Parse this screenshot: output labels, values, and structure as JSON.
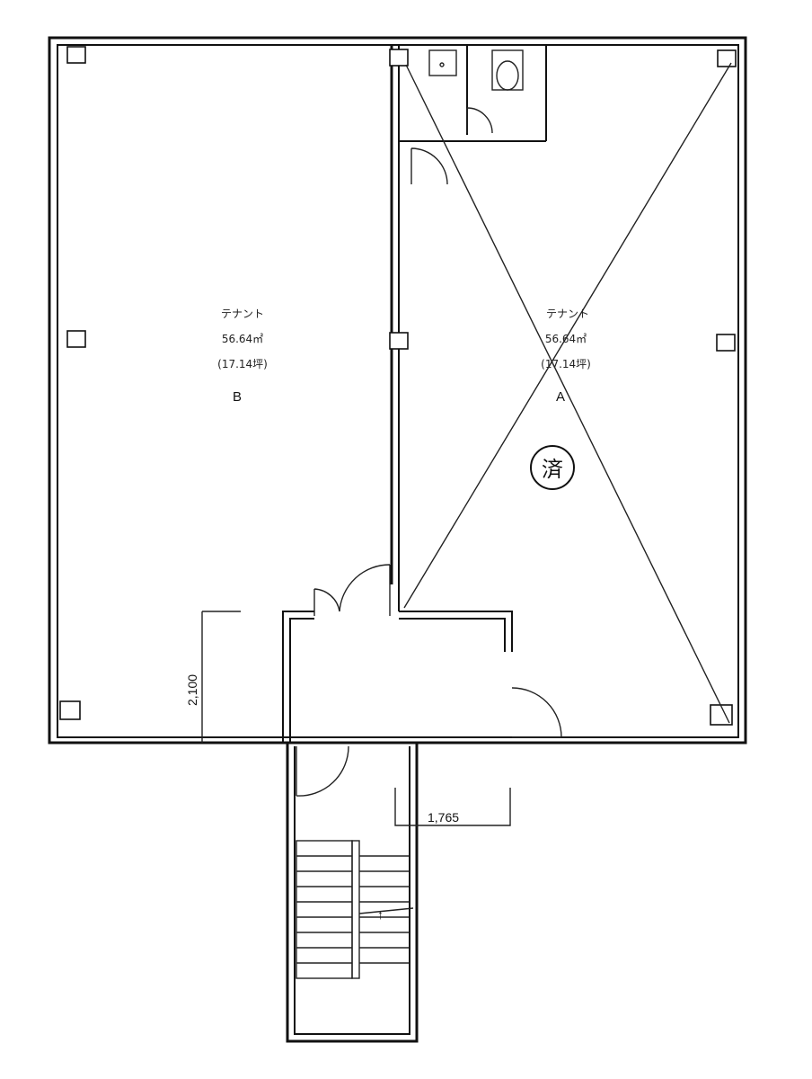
{
  "tenant_b": {
    "name": "テナント",
    "area": "56.64㎡",
    "tsubo": "(17.14坪)",
    "letter": "B"
  },
  "tenant_a": {
    "name": "テナント",
    "area": "56.64㎡",
    "tsubo": "(17.14坪)",
    "letter": "A",
    "stamp": "済"
  },
  "dimensions": {
    "vertical": "2,100",
    "horizontal": "1,765"
  },
  "stair_mark": "↑"
}
